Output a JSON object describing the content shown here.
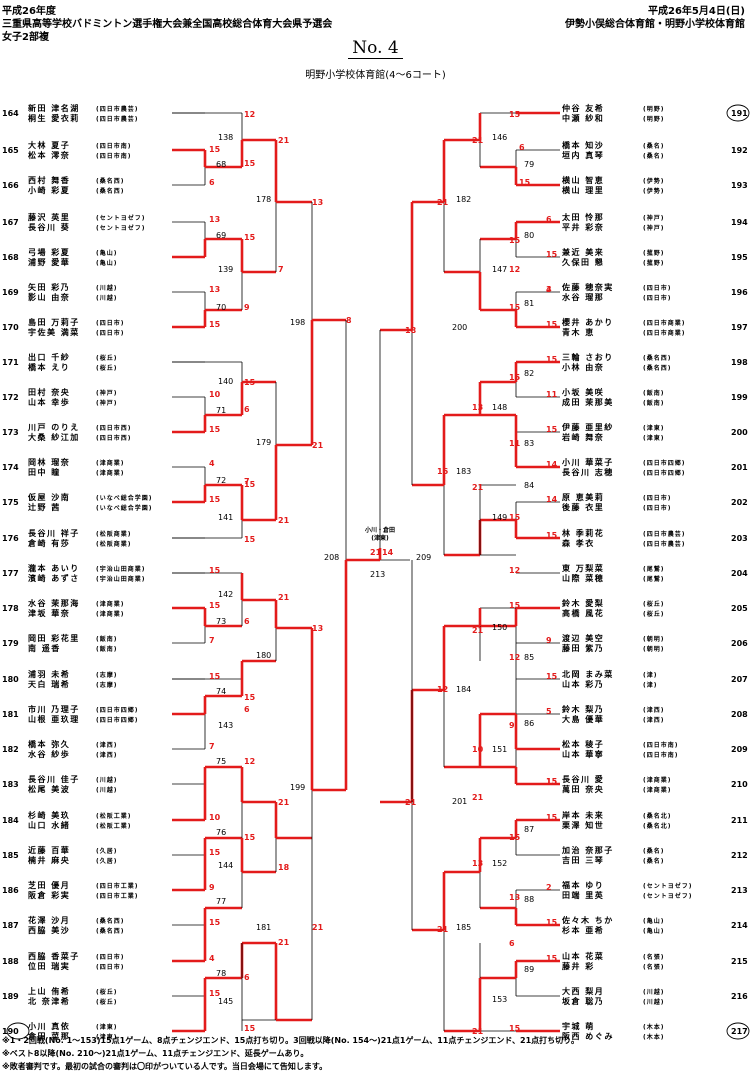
{
  "header": {
    "year": "平成26年度",
    "event": "三重県高等学校バドミントン選手権大会兼全国高校総合体育大会県予選会",
    "category": "女子2部複",
    "date": "平成26年5月4日(日)",
    "venues": "伊勢小俣総合体育館・明野小学校体育館"
  },
  "title": "No. 4",
  "venue": "明野小学校体育館(4〜6コート)",
  "left_teams": [
    {
      "no": "164",
      "p1": "新田 津名湖",
      "s1": "(四日市農芸)",
      "p2": "桐生 愛衣莉",
      "s2": "(四日市農芸)"
    },
    {
      "no": "165",
      "p1": "大林 夏子",
      "s1": "(四日市南)",
      "p2": "松本 澪奈",
      "s2": "(四日市南)"
    },
    {
      "no": "166",
      "p1": "西村 舞香",
      "s1": "(桑名西)",
      "p2": "小崎 彩夏",
      "s2": "(桑名西)"
    },
    {
      "no": "167",
      "p1": "藤沢 英里",
      "s1": "(セントヨゼフ)",
      "p2": "長谷川 葵",
      "s2": "(セントヨゼフ)"
    },
    {
      "no": "168",
      "p1": "弓場 彩夏",
      "s1": "(亀山)",
      "p2": "浦野 愛華",
      "s2": "(亀山)"
    },
    {
      "no": "169",
      "p1": "矢田 彩乃",
      "s1": "(川越)",
      "p2": "影山 由奈",
      "s2": "(川越)"
    },
    {
      "no": "170",
      "p1": "島田 万莉子",
      "s1": "(四日市)",
      "p2": "宇佐美 満菜",
      "s2": "(四日市)"
    },
    {
      "no": "171",
      "p1": "出口 千紗",
      "s1": "(桜丘)",
      "p2": "橋本 えり",
      "s2": "(桜丘)"
    },
    {
      "no": "172",
      "p1": "田村 奈央",
      "s1": "(神戸)",
      "p2": "山本 幸歩",
      "s2": "(神戸)"
    },
    {
      "no": "173",
      "p1": "川戸 のりえ",
      "s1": "(四日市西)",
      "p2": "大桑 紗江加",
      "s2": "(四日市西)"
    },
    {
      "no": "174",
      "p1": "岡林 瑠奈",
      "s1": "(津商業)",
      "p2": "田中 瞳",
      "s2": "(津商業)"
    },
    {
      "no": "175",
      "p1": "仮屋 沙南",
      "s1": "(いなべ総合学園)",
      "p2": "辻野 茜",
      "s2": "(いなべ総合学園)"
    },
    {
      "no": "176",
      "p1": "長谷川 祥子",
      "s1": "(松阪商業)",
      "p2": "倉崎 有莎",
      "s2": "(松阪商業)"
    },
    {
      "no": "177",
      "p1": "瀧本 あいり",
      "s1": "(宇治山田商業)",
      "p2": "濱崎 あずさ",
      "s2": "(宇治山田商業)"
    },
    {
      "no": "178",
      "p1": "水谷 茉那海",
      "s1": "(津商業)",
      "p2": "津坂 華奈",
      "s2": "(津商業)"
    },
    {
      "no": "179",
      "p1": "岡田 彩花里",
      "s1": "(飯南)",
      "p2": "南 遥香",
      "s2": "(飯南)"
    },
    {
      "no": "180",
      "p1": "浦羽 未希",
      "s1": "(志摩)",
      "p2": "天白 瑞希",
      "s2": "(志摩)"
    },
    {
      "no": "181",
      "p1": "市川 乃理子",
      "s1": "(四日市四郷)",
      "p2": "山根 亜玖理",
      "s2": "(四日市四郷)"
    },
    {
      "no": "182",
      "p1": "橋本 弥久",
      "s1": "(津西)",
      "p2": "水谷 紗歩",
      "s2": "(津西)"
    },
    {
      "no": "183",
      "p1": "長谷川 佳子",
      "s1": "(川越)",
      "p2": "松尾 美波",
      "s2": "(川越)"
    },
    {
      "no": "184",
      "p1": "杉崎 美玖",
      "s1": "(松阪工業)",
      "p2": "山口 水緒",
      "s2": "(松阪工業)"
    },
    {
      "no": "185",
      "p1": "近藤 百華",
      "s1": "(久居)",
      "p2": "楠井 麻央",
      "s2": "(久居)"
    },
    {
      "no": "186",
      "p1": "芝田 優月",
      "s1": "(四日市工業)",
      "p2": "阪倉 彩実",
      "s2": "(四日市工業)"
    },
    {
      "no": "187",
      "p1": "花澤 沙月",
      "s1": "(桑名西)",
      "p2": "西脇 美沙",
      "s2": "(桑名西)"
    },
    {
      "no": "188",
      "p1": "西脇 香菜子",
      "s1": "(四日市)",
      "p2": "位田 瑞実",
      "s2": "(四日市)"
    },
    {
      "no": "189",
      "p1": "上山 侑希",
      "s1": "(桜丘)",
      "p2": "北 奈津希",
      "s2": "(桜丘)"
    },
    {
      "no": "190",
      "p1": "小川 真依",
      "s1": "(津東)",
      "p2": "倉田 菜那",
      "s2": "(津東)"
    }
  ],
  "right_teams": [
    {
      "no": "191",
      "p1": "仲谷 友希",
      "s1": "(明野)",
      "p2": "中瀬 紗和",
      "s2": "(明野)"
    },
    {
      "no": "192",
      "p1": "橋本 知沙",
      "s1": "(桑名)",
      "p2": "垣内 真琴",
      "s2": "(桑名)"
    },
    {
      "no": "193",
      "p1": "横山 智恵",
      "s1": "(伊勢)",
      "p2": "横山 理里",
      "s2": "(伊勢)"
    },
    {
      "no": "194",
      "p1": "太田 怜那",
      "s1": "(神戸)",
      "p2": "平井 彩奈",
      "s2": "(神戸)"
    },
    {
      "no": "195",
      "p1": "兼近 美来",
      "s1": "(菰野)",
      "p2": "久保田 懇",
      "s2": "(菰野)"
    },
    {
      "no": "196",
      "p1": "佐藤 穂奈実",
      "s1": "(四日市)",
      "p2": "水谷 瑠那",
      "s2": "(四日市)"
    },
    {
      "no": "197",
      "p1": "櫻井 あかり",
      "s1": "(四日市商業)",
      "p2": "青木 恵",
      "s2": "(四日市商業)"
    },
    {
      "no": "198",
      "p1": "三輪 さおり",
      "s1": "(桑名西)",
      "p2": "小林 由奈",
      "s2": "(桑名西)"
    },
    {
      "no": "199",
      "p1": "小坂 美咲",
      "s1": "(飯南)",
      "p2": "成田 茉那美",
      "s2": "(飯南)"
    },
    {
      "no": "200",
      "p1": "伊藤 亜里紗",
      "s1": "(津東)",
      "p2": "岩崎 舞奈",
      "s2": "(津東)"
    },
    {
      "no": "201",
      "p1": "小川 華菜子",
      "s1": "(四日市四郷)",
      "p2": "長谷川 志穂",
      "s2": "(四日市四郷)"
    },
    {
      "no": "202",
      "p1": "原 恵美莉",
      "s1": "(四日市)",
      "p2": "後藤 衣里",
      "s2": "(四日市)"
    },
    {
      "no": "203",
      "p1": "林 季莉花",
      "s1": "(四日市農芸)",
      "p2": "森 孝衣",
      "s2": "(四日市農芸)"
    },
    {
      "no": "204",
      "p1": "東 万梨菜",
      "s1": "(尾鷲)",
      "p2": "山際 菜穂",
      "s2": "(尾鷲)"
    },
    {
      "no": "205",
      "p1": "鈴木 愛梨",
      "s1": "(桜丘)",
      "p2": "高橋 風花",
      "s2": "(桜丘)"
    },
    {
      "no": "206",
      "p1": "渡辺 美空",
      "s1": "(朝明)",
      "p2": "藤田 紫乃",
      "s2": "(朝明)"
    },
    {
      "no": "207",
      "p1": "北岡 まみ菜",
      "s1": "(津)",
      "p2": "山本 彩乃",
      "s2": "(津)"
    },
    {
      "no": "208",
      "p1": "鈴木 梨乃",
      "s1": "(津西)",
      "p2": "大島 優華",
      "s2": "(津西)"
    },
    {
      "no": "209",
      "p1": "松本 稜子",
      "s1": "(四日市南)",
      "p2": "山本 華寧",
      "s2": "(四日市南)"
    },
    {
      "no": "210",
      "p1": "長谷川 愛",
      "s1": "(津商業)",
      "p2": "萬田 奈央",
      "s2": "(津商業)"
    },
    {
      "no": "211",
      "p1": "岸本 未来",
      "s1": "(桑名北)",
      "p2": "栗澤 知世",
      "s2": "(桑名北)"
    },
    {
      "no": "212",
      "p1": "加治 奈那子",
      "s1": "(桑名)",
      "p2": "吉田 三琴",
      "s2": "(桑名)"
    },
    {
      "no": "213",
      "p1": "福本 ゆり",
      "s1": "(セントヨゼフ)",
      "p2": "田端 里英",
      "s2": "(セントヨゼフ)"
    },
    {
      "no": "214",
      "p1": "佐々木 ちか",
      "s1": "(亀山)",
      "p2": "杉本 亜希",
      "s2": "(亀山)"
    },
    {
      "no": "215",
      "p1": "山本 花菜",
      "s1": "(名張)",
      "p2": "藤井 彩",
      "s2": "(名張)"
    },
    {
      "no": "216",
      "p1": "大西 梨月",
      "s1": "(川越)",
      "p2": "坂倉 聡乃",
      "s2": "(川越)"
    },
    {
      "no": "217",
      "p1": "宇城 萌",
      "s1": "(木本)",
      "p2": "阪西 めぐみ",
      "s2": "(木本)"
    }
  ],
  "match_numbers": {
    "m138": "138",
    "m68": "68",
    "m178": "178",
    "m69": "69",
    "m139": "139",
    "m70": "70",
    "m198": "198",
    "m140": "140",
    "m71": "71",
    "m179": "179",
    "m72": "72",
    "m141": "141",
    "m142": "142",
    "m73": "73",
    "m180": "180",
    "m74": "74",
    "m143": "143",
    "m75": "75",
    "m199": "199",
    "m76": "76",
    "m144": "144",
    "m77": "77",
    "m181": "181",
    "m78": "78",
    "m145": "145",
    "m208": "208",
    "m213": "213",
    "m209": "209",
    "m146": "146",
    "m79": "79",
    "m182": "182",
    "m80": "80",
    "m147": "147",
    "m81": "81",
    "m200": "200",
    "m82": "82",
    "m148": "148",
    "m83": "83",
    "m183": "183",
    "m84": "84",
    "m149": "149",
    "m150": "150",
    "m85": "85",
    "m184": "184",
    "m86": "86",
    "m151": "151",
    "m201": "201",
    "m87": "87",
    "m152": "152",
    "m88": "88",
    "m185": "185",
    "m89": "89",
    "m153": "153"
  },
  "scores": {
    "s1": "12",
    "s2": "21",
    "s3": "15",
    "s4": "15",
    "s5": "6",
    "s6": "13",
    "s7": "13",
    "s8": "15",
    "s9": "7",
    "s10": "13",
    "s11": "15",
    "s12": "9",
    "s13": "8",
    "s14": "15",
    "s15": "10",
    "s16": "15",
    "s17": "6",
    "s18": "21",
    "s19": "15",
    "s20": "4",
    "s21": "7",
    "s22": "15",
    "s23": "21",
    "s24": "15",
    "s25": "15",
    "s26": "15",
    "s27": "6",
    "s28": "21",
    "s29": "7",
    "s30": "13",
    "s31": "15",
    "s32": "6",
    "s33": "15",
    "s34": "7",
    "s35": "12",
    "s36": "21",
    "s37": "10",
    "s38": "15",
    "s39": "15",
    "s40": "9",
    "s41": "18",
    "s42": "15",
    "s43": "21",
    "s44": "4",
    "s45": "6",
    "s46": "15",
    "s47": "21",
    "s48": "15",
    "f1": "21",
    "f2": "14",
    "r1": "15",
    "r2": "6",
    "r3": "15",
    "r4": "21",
    "r5": "6",
    "r6": "15",
    "r7": "15",
    "r8": "12",
    "r9": "3",
    "r10": "15",
    "r11": "21",
    "r12": "4",
    "r13": "15",
    "r14": "15",
    "r15": "18",
    "r16": "15",
    "r17": "11",
    "r18": "13",
    "r19": "15",
    "r20": "11",
    "r21": "14",
    "r22": "16",
    "r23": "14",
    "r24": "15",
    "r25": "21",
    "r26": "15",
    "r27": "12",
    "r28": "15",
    "r29": "9",
    "r30": "12",
    "r31": "21",
    "r32": "15",
    "r33": "12",
    "r34": "5",
    "r35": "9",
    "r36": "15",
    "r37": "10",
    "r38": "15",
    "r39": "21",
    "r40": "21",
    "r41": "15",
    "r42": "15",
    "r43": "13",
    "r44": "2",
    "r45": "13",
    "r46": "15",
    "r47": "21",
    "r48": "15",
    "r49": "6",
    "r50": "21",
    "r51": "15"
  },
  "final_note": "小川・倉田\n(津東)",
  "notes": [
    "※1・2回戦(No. 1〜153)15点1ゲーム、8点チェンジエンド、15点打ち切り。3回戦以降(No. 154〜)21点1ゲーム、11点チェンジエンド、21点打ち切り。",
    "※ベスト8以降(No. 210〜)21点1ゲーム、11点チェンジエンド、延長ゲームあり。",
    "※敗者審判です。最初の試合の審判は〇印がついている人です。当日会場にて告知します。"
  ]
}
